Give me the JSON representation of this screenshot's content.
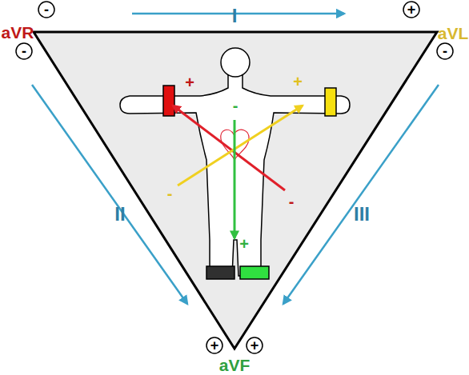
{
  "diagram": {
    "labels": [
      "-",
      "I",
      "+",
      "aVR",
      "aVL",
      "-",
      "-",
      "+",
      "-",
      "+",
      "II",
      "III",
      "-",
      "-",
      "+",
      "+",
      "+",
      "aVF"
    ]
  }
}
